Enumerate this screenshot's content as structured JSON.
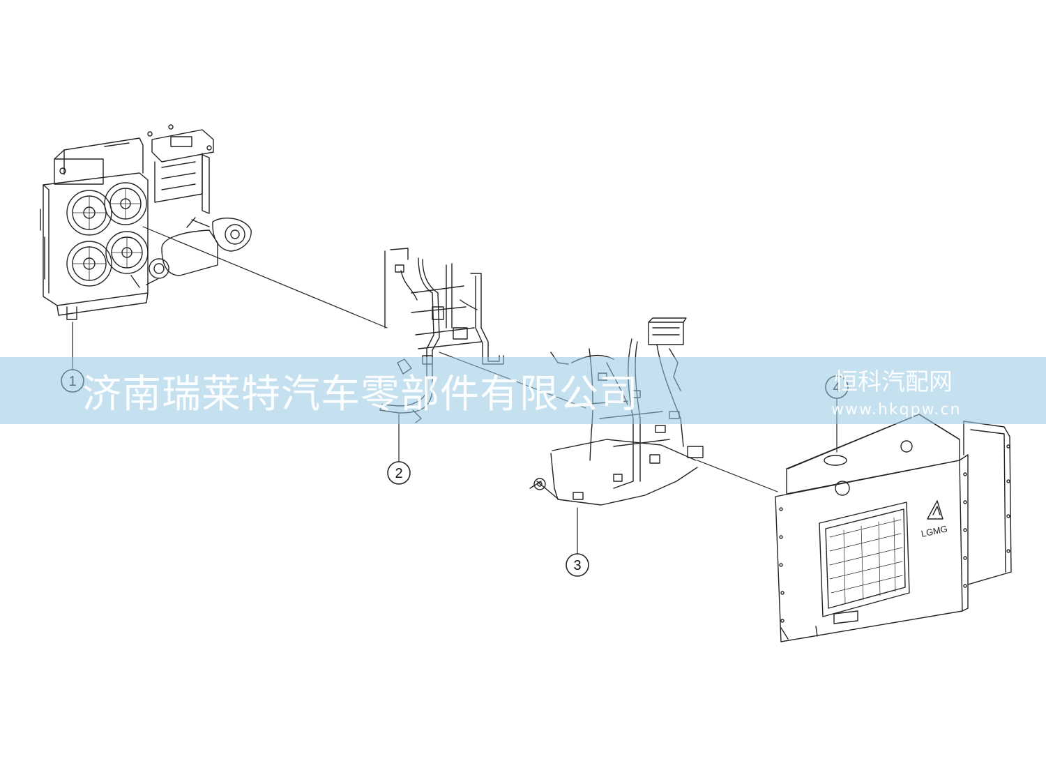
{
  "callouts": [
    {
      "id": "c1",
      "label": "1"
    },
    {
      "id": "c2",
      "label": "2"
    },
    {
      "id": "c3",
      "label": "3"
    },
    {
      "id": "c4",
      "label": "4"
    }
  ],
  "watermark": {
    "company": "济南瑞莱特汽车零部件有限公司",
    "site_name": "恒科汽配网",
    "site_url": "www.hkqpw.cn"
  },
  "brand_logo_text": "LGMG"
}
